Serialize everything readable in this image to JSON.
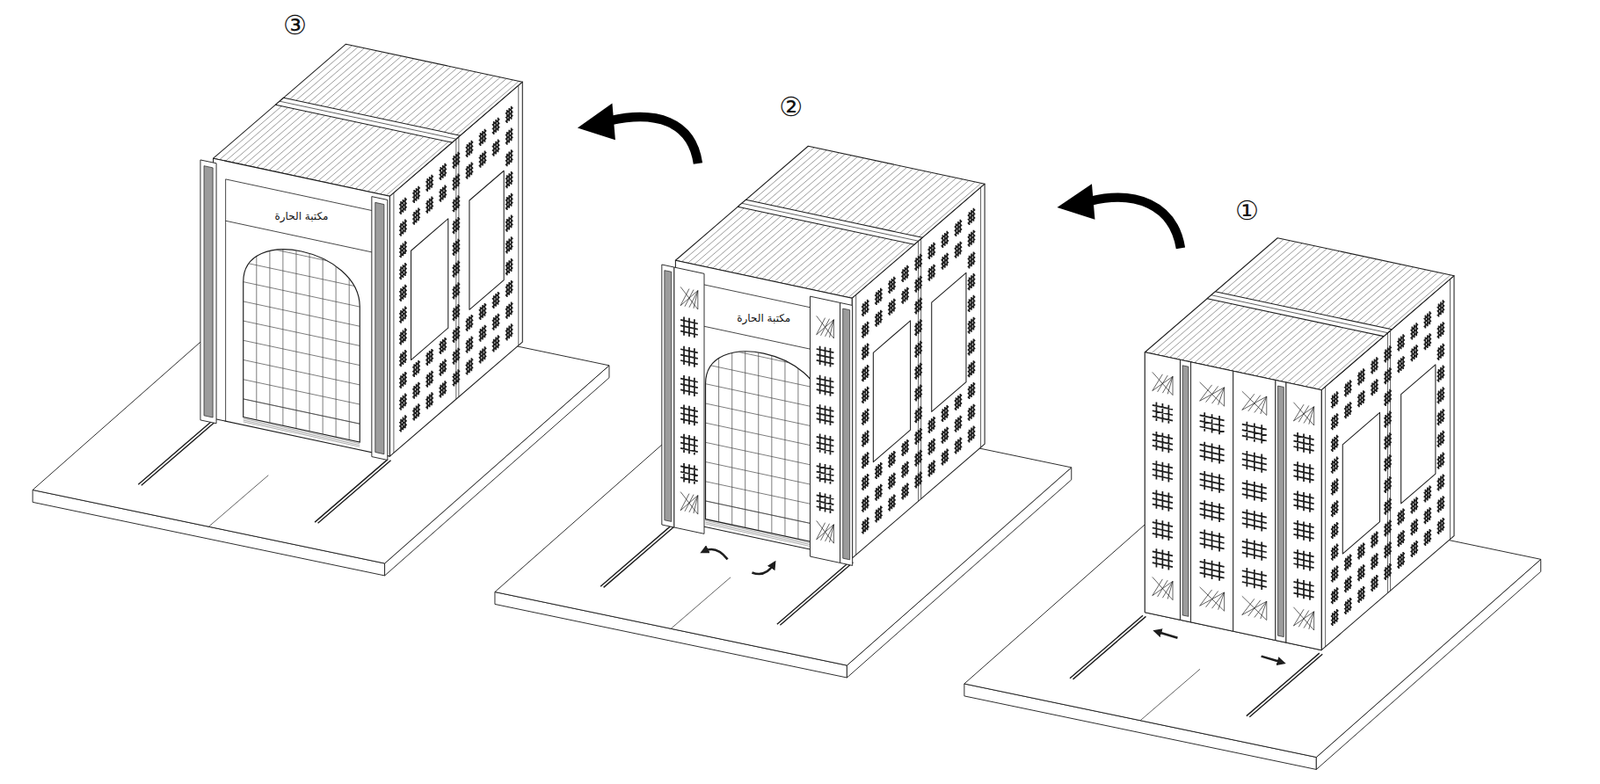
{
  "diagram": {
    "labels": [
      "③",
      "②",
      "①",
      "مكتبة الحارة",
      "مكتبة الحارة"
    ]
  }
}
